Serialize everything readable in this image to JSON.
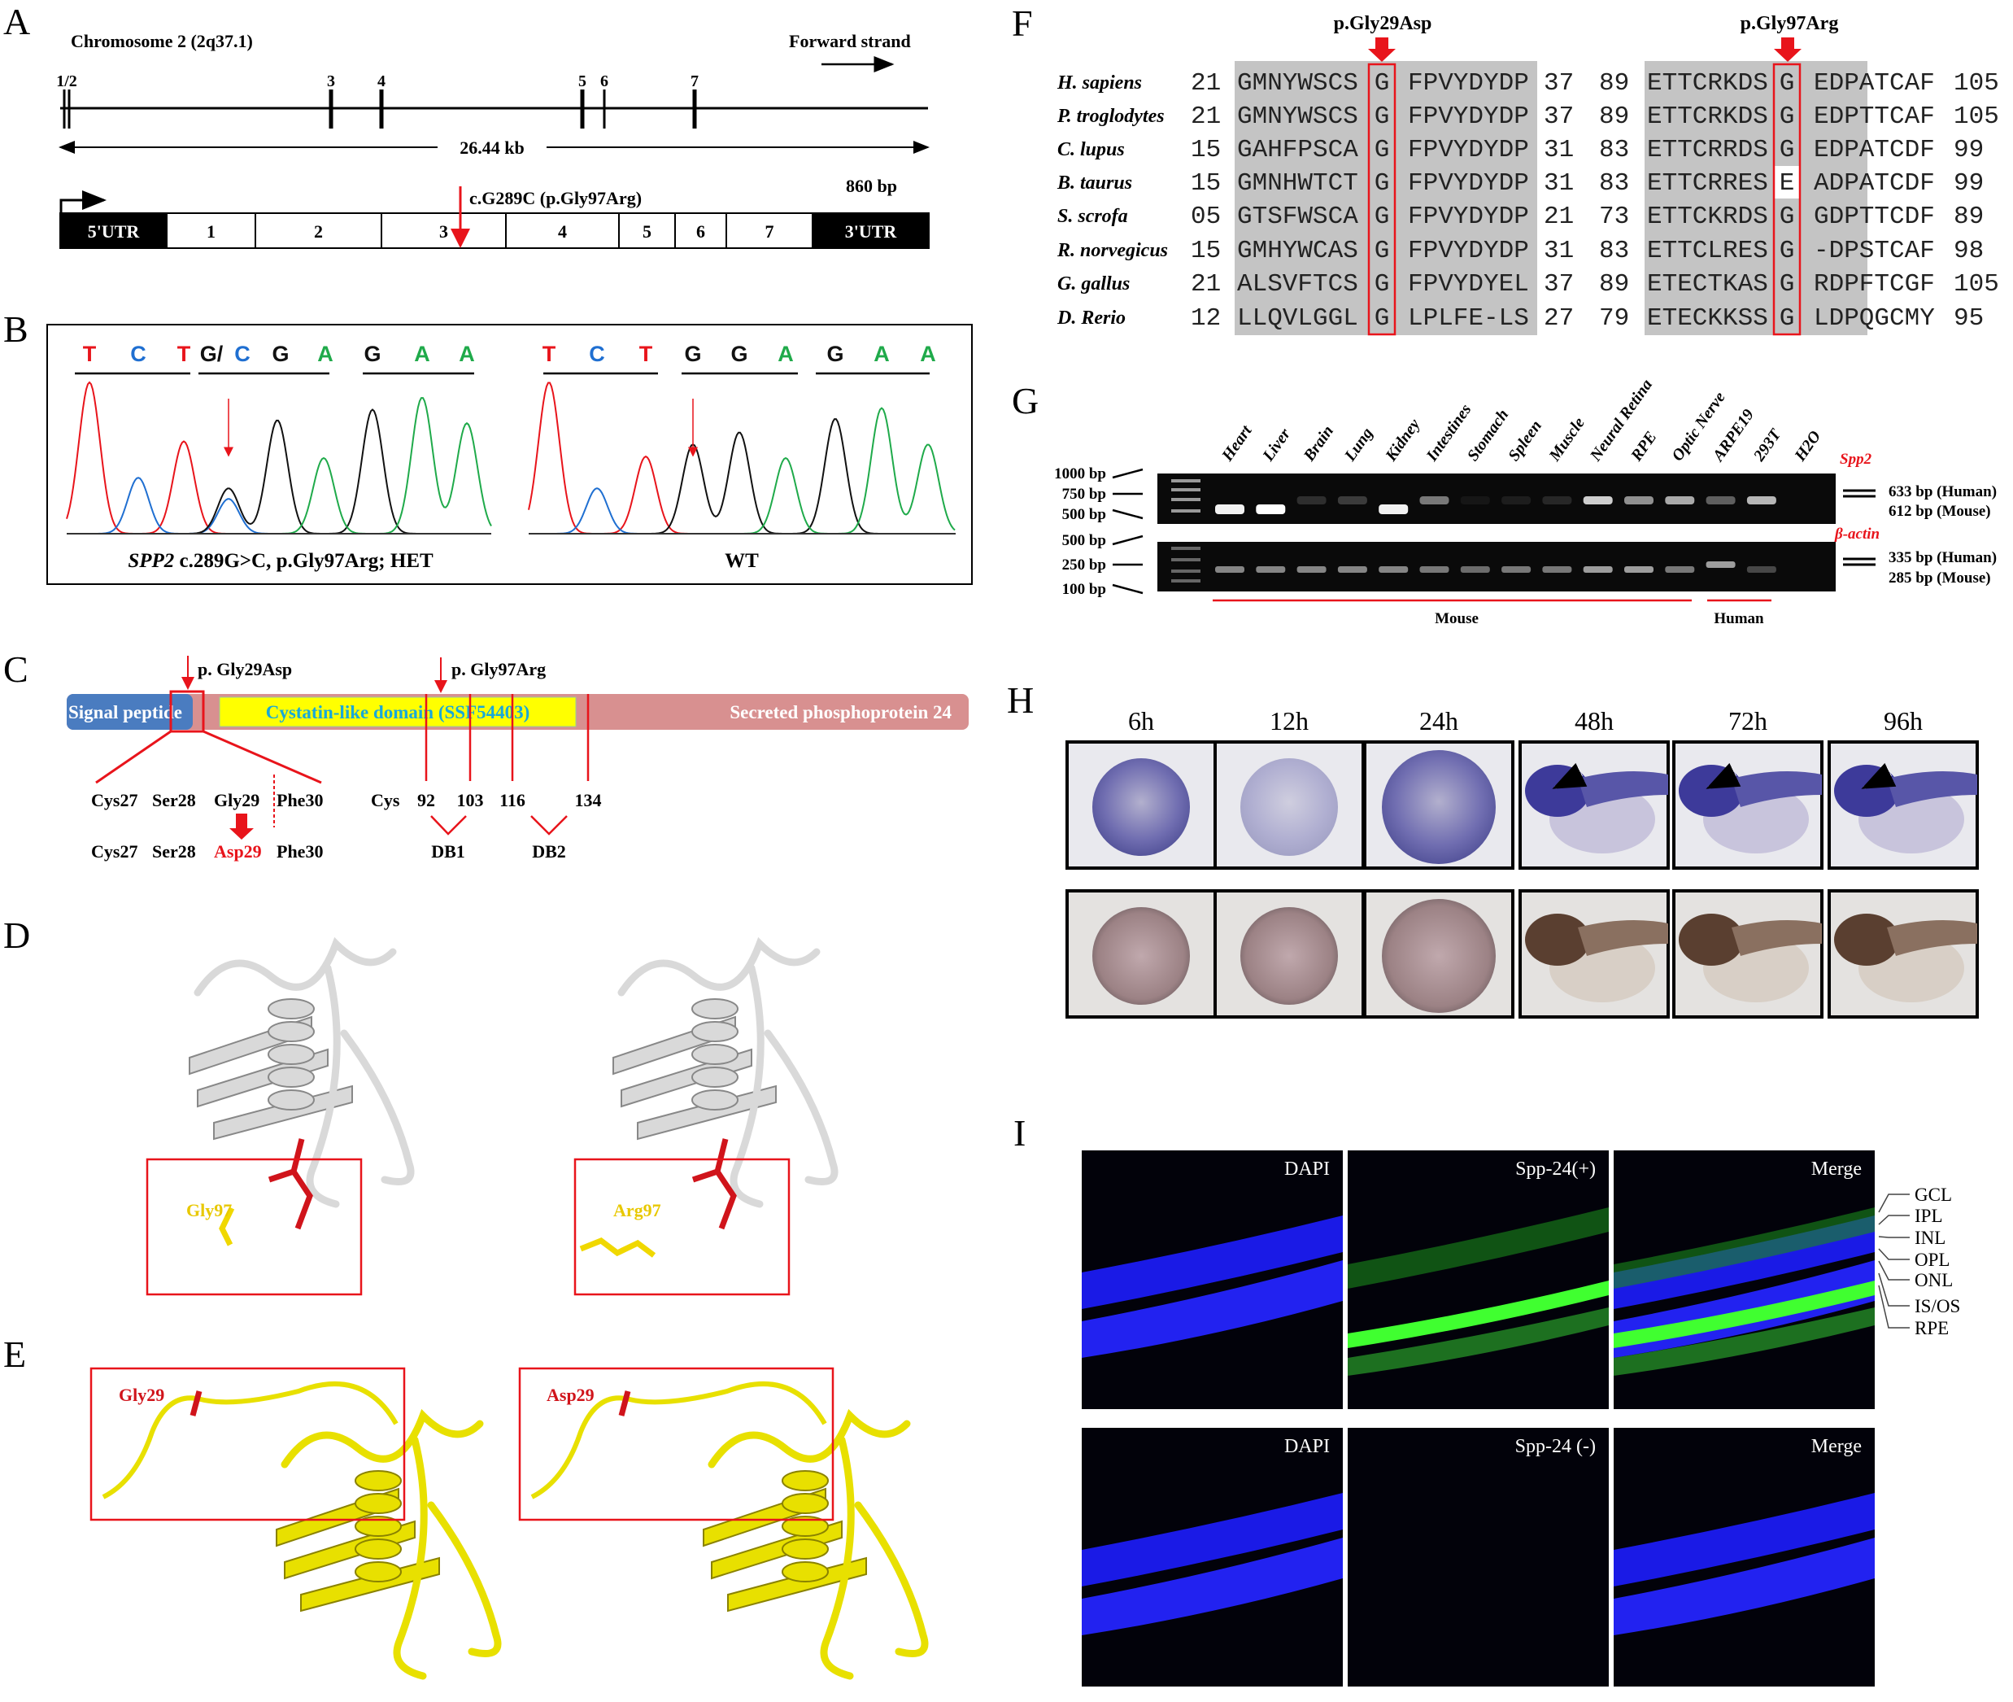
{
  "panel_labels": {
    "A": "A",
    "B": "B",
    "C": "C",
    "D": "D",
    "E": "E",
    "F": "F",
    "G": "G",
    "H": "H",
    "I": "I"
  },
  "panel_a": {
    "chromosome": "Chromosome 2 (2q37.1)",
    "strand": "Forward strand",
    "exon_labels": [
      "1/2",
      "3",
      "4",
      "5",
      "6",
      "7"
    ],
    "length": "26.44 kb",
    "mutation": "c.G289C (p.Gly97Arg)",
    "transcript_length": "860 bp",
    "segments": [
      "5'UTR",
      "1",
      "2",
      "3",
      "4",
      "5",
      "6",
      "7",
      "3'UTR"
    ]
  },
  "panel_b": {
    "het": {
      "bases": [
        [
          "T",
          "red"
        ],
        [
          "C",
          "blue"
        ],
        [
          "T",
          "red"
        ],
        [
          "G/",
          "black"
        ],
        [
          "C",
          "blue"
        ],
        [
          "G",
          "black"
        ],
        [
          "A",
          "green"
        ],
        [
          "G",
          "black"
        ],
        [
          "A",
          "green"
        ],
        [
          "A",
          "green"
        ]
      ],
      "caption_gene": "SPP2",
      "caption_rest": " c.289G>C, p.Gly97Arg; HET",
      "peaks": [
        [
          "red",
          1.0
        ],
        [
          "blue",
          0.37
        ],
        [
          "red",
          0.61
        ],
        [
          "black",
          0.3
        ],
        [
          "black",
          0.75
        ],
        [
          "green",
          0.5
        ],
        [
          "black",
          0.82
        ],
        [
          "green",
          0.9
        ],
        [
          "green",
          0.73
        ]
      ],
      "secondary_peak": [
        "blue",
        0.23
      ]
    },
    "wt": {
      "bases": [
        [
          "T",
          "red"
        ],
        [
          "C",
          "blue"
        ],
        [
          "T",
          "red"
        ],
        [
          "G",
          "black"
        ],
        [
          "G",
          "black"
        ],
        [
          "A",
          "green"
        ],
        [
          "G",
          "black"
        ],
        [
          "A",
          "green"
        ],
        [
          "A",
          "green"
        ]
      ],
      "caption": "WT",
      "peaks": [
        [
          "red",
          1.0
        ],
        [
          "blue",
          0.3
        ],
        [
          "red",
          0.51
        ],
        [
          "black",
          0.59
        ],
        [
          "black",
          0.67
        ],
        [
          "green",
          0.5
        ],
        [
          "black",
          0.76
        ],
        [
          "green",
          0.83
        ],
        [
          "green",
          0.59
        ]
      ]
    },
    "colors": {
      "red": "#e8141b",
      "blue": "#1f6fd1",
      "black": "#111111",
      "green": "#1faa4a"
    }
  },
  "panel_c": {
    "mut1": "p. Gly29Asp",
    "mut2": "p. Gly97Arg",
    "signal": "Signal peptide",
    "domain": "Cystatin-like domain (SSF54403)",
    "protein": "Secreted phosphoprotein 24",
    "row1": [
      "Cys27",
      "Ser28",
      "Gly29",
      "Phe30"
    ],
    "row2": [
      "Cys27",
      "Ser28",
      "Asp29",
      "Phe30"
    ],
    "cys_label": "Cys",
    "cys": [
      "92",
      "103",
      "116",
      "134"
    ],
    "db": [
      "DB1",
      "DB2"
    ],
    "colors": {
      "signal": "#4a7cc0",
      "domain": "#ffff00",
      "domain_text": "#19a8d8",
      "protein": "#d89090"
    }
  },
  "panel_d": {
    "left_label": "Gly97",
    "right_label": "Arg97"
  },
  "panel_e": {
    "left_label": "Gly29",
    "right_label": "Asp29"
  },
  "panel_f": {
    "mut1": "p.Gly29Asp",
    "mut2": "p.Gly97Arg",
    "rows": [
      {
        "species": "H. sapiens",
        "n1": "21",
        "a": "GMNYWSCS",
        "g1": "G",
        "b": "FPVYDYDP",
        "n2": "37",
        "n3": "89",
        "c": "ETTCRKDS",
        "g2": "G",
        "d": "EDPATCAF",
        "n4": "105"
      },
      {
        "species": "P. troglodytes",
        "n1": "21",
        "a": "GMNYWSCS",
        "g1": "G",
        "b": "FPVYDYDP",
        "n2": "37",
        "n3": "89",
        "c": "ETTCRKDS",
        "g2": "G",
        "d": "EDPTTCAF",
        "n4": "105"
      },
      {
        "species": "C. lupus",
        "n1": "15",
        "a": "GAHFPSCA",
        "g1": "G",
        "b": "FPVYDYDP",
        "n2": "31",
        "n3": "83",
        "c": "ETTCRRDS",
        "g2": "G",
        "d": "EDPATCDF",
        "n4": "99"
      },
      {
        "species": "B. taurus",
        "n1": "15",
        "a": "GMNHWTCT",
        "g1": "G",
        "b": "FPVYDYDP",
        "n2": "31",
        "n3": "83",
        "c": "ETTCRRES",
        "g2": "E",
        "d": "ADPATCDF",
        "n4": "99"
      },
      {
        "species": "S. scrofa",
        "n1": "05",
        "a": "GTSFWSCA",
        "g1": "G",
        "b": "FPVYDYDP",
        "n2": "21",
        "n3": "73",
        "c": "ETTCKRDS",
        "g2": "G",
        "d": "GDPTTCDF",
        "n4": "89"
      },
      {
        "species": "R. norvegicus",
        "n1": "15",
        "a": "GMHYWCAS",
        "g1": "G",
        "b": "FPVYDYDP",
        "n2": "31",
        "n3": "83",
        "c": "ETTCLRES",
        "g2": "G",
        "d": "-DPSTCAF",
        "n4": "98"
      },
      {
        "species": "G. gallus",
        "n1": "21",
        "a": "ALSVFTCS",
        "g1": "G",
        "b": "FPVYDYEL",
        "n2": "37",
        "n3": "89",
        "c": "ETECTKAS",
        "g2": "G",
        "d": "RDPFTCGF",
        "n4": "105"
      },
      {
        "species": "D. Rerio",
        "n1": "12",
        "a": "LLQVLGGL",
        "g1": "G",
        "b": "LPLFE-LS",
        "n2": "27",
        "n3": "79",
        "c": "ETECKKSS",
        "g2": "G",
        "d": "LDPQGCMY",
        "n4": "95"
      }
    ]
  },
  "panel_g": {
    "lanes": [
      "Heart",
      "Liver",
      "Brain",
      "Lung",
      "Kidney",
      "Intestines",
      "Stomach",
      "Spleen",
      "Muscle",
      "Neural Retina",
      "RPE",
      "Optic Nerve",
      "ARPE19",
      "293T",
      "H2O"
    ],
    "spp2_intensity": [
      0.95,
      1.0,
      0.15,
      0.2,
      0.95,
      0.45,
      0.05,
      0.08,
      0.12,
      0.8,
      0.55,
      0.65,
      0.35,
      0.7,
      0
    ],
    "actin_intensity": [
      0.5,
      0.5,
      0.5,
      0.5,
      0.5,
      0.45,
      0.4,
      0.45,
      0.45,
      0.6,
      0.6,
      0.45,
      0.6,
      0.25,
      0
    ],
    "ladder_top": [
      "1000 bp",
      "750 bp",
      "500 bp"
    ],
    "ladder_bottom": [
      "500 bp",
      "250 bp",
      "100 bp"
    ],
    "spp2_label": "Spp2",
    "actin_label": "β-actin",
    "spp2_sizes": [
      "633 bp (Human)",
      "612 bp (Mouse)"
    ],
    "actin_sizes": [
      "335 bp (Human)",
      "285 bp (Mouse)"
    ],
    "groups": [
      "Mouse",
      "Human"
    ]
  },
  "panel_h": {
    "times": [
      "6h",
      "12h",
      "24h",
      "48h",
      "72h",
      "96h"
    ]
  },
  "panel_i": {
    "top": [
      "DAPI",
      "Spp-24(+)",
      "Merge"
    ],
    "bottom": [
      "DAPI",
      "Spp-24 (-)",
      "Merge"
    ],
    "layers": [
      "GCL",
      "IPL",
      "INL",
      "OPL",
      "ONL",
      "IS/OS",
      "RPE"
    ]
  }
}
